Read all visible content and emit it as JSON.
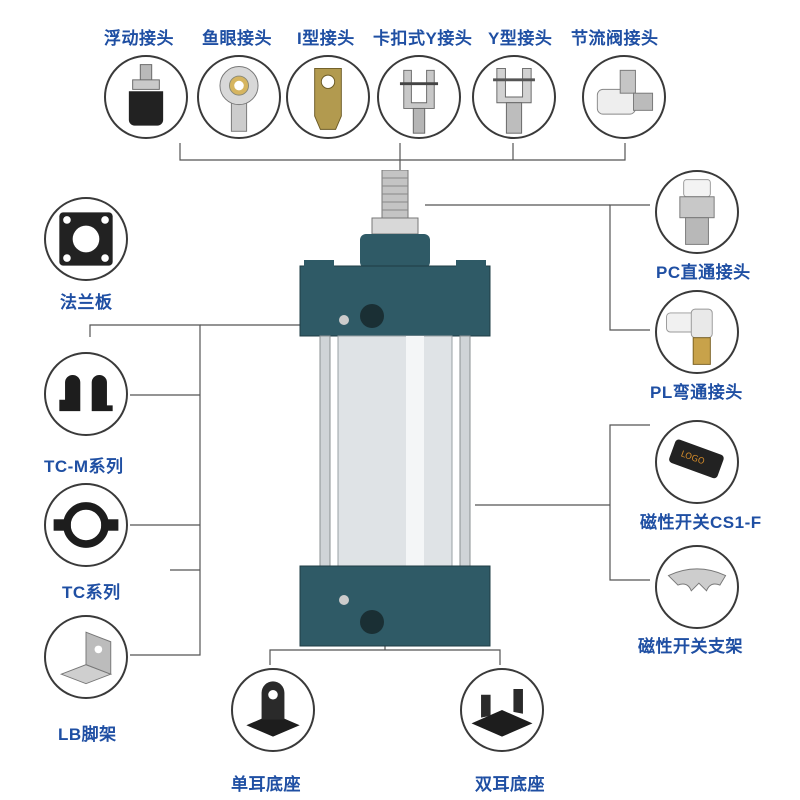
{
  "top_accessories": [
    {
      "name": "浮动接头"
    },
    {
      "name": "鱼眼接头"
    },
    {
      "name": "I型接头"
    },
    {
      "name": "卡扣式Y接头"
    },
    {
      "name": "Y型接头"
    },
    {
      "name": "节流阀接头"
    }
  ],
  "left_accessories": [
    {
      "name": "法兰板"
    },
    {
      "name": "TC-M系列"
    },
    {
      "name": "TC系列"
    },
    {
      "name": "LB脚架"
    }
  ],
  "right_accessories": [
    {
      "name": "PC直通接头"
    },
    {
      "name": "PL弯通接头"
    },
    {
      "name": "磁性开关CS1-F"
    },
    {
      "name": "磁性开关支架"
    }
  ],
  "bottom_accessories": [
    {
      "name": "单耳底座"
    },
    {
      "name": "双耳底座"
    }
  ],
  "colors": {
    "label": "#1f4fa3",
    "cylinder_cap": "#2f5a66",
    "cylinder_body": "#dfe3e6",
    "line": "#555555"
  }
}
